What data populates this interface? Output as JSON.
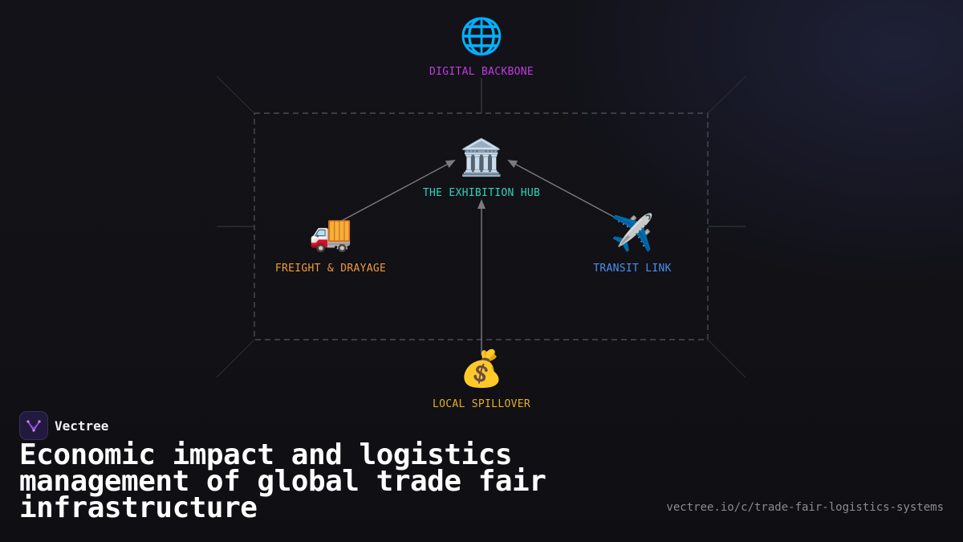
{
  "diagram": {
    "nodes": [
      {
        "id": "digital-backbone",
        "icon": "globe-icon",
        "glyph": "🌐",
        "label": "DIGITAL BACKBONE",
        "color": "#c53ae0"
      },
      {
        "id": "exhibition-hub",
        "icon": "classical-building-icon",
        "glyph": "🏛️",
        "label": "THE EXHIBITION HUB",
        "color": "#2fd3b6"
      },
      {
        "id": "freight-drayage",
        "icon": "delivery-truck-icon",
        "glyph": "🚚",
        "label": "FREIGHT & DRAYAGE",
        "color": "#f29a3a"
      },
      {
        "id": "transit-link",
        "icon": "airplane-icon",
        "glyph": "✈️",
        "label": "TRANSIT LINK",
        "color": "#4b8ff0"
      },
      {
        "id": "local-spillover",
        "icon": "money-bag-icon",
        "glyph": "💰",
        "label": "LOCAL SPILLOVER",
        "color": "#e2ae25"
      }
    ],
    "edges": [
      {
        "from": "freight-drayage",
        "to": "exhibition-hub",
        "arrow": true
      },
      {
        "from": "transit-link",
        "to": "exhibition-hub",
        "arrow": true
      },
      {
        "from": "local-spillover",
        "to": "exhibition-hub",
        "arrow": true
      },
      {
        "from": "digital-backbone",
        "to": "exhibition-hub",
        "arrow": false
      }
    ]
  },
  "brand": {
    "name": "Vectree",
    "logo_icon": "vectree-logo-icon",
    "accent": "#b25cf2"
  },
  "headline": "Economic impact and logistics management of global trade fair infrastructure",
  "url": "vectree.io/c/trade-fair-logistics-systems"
}
